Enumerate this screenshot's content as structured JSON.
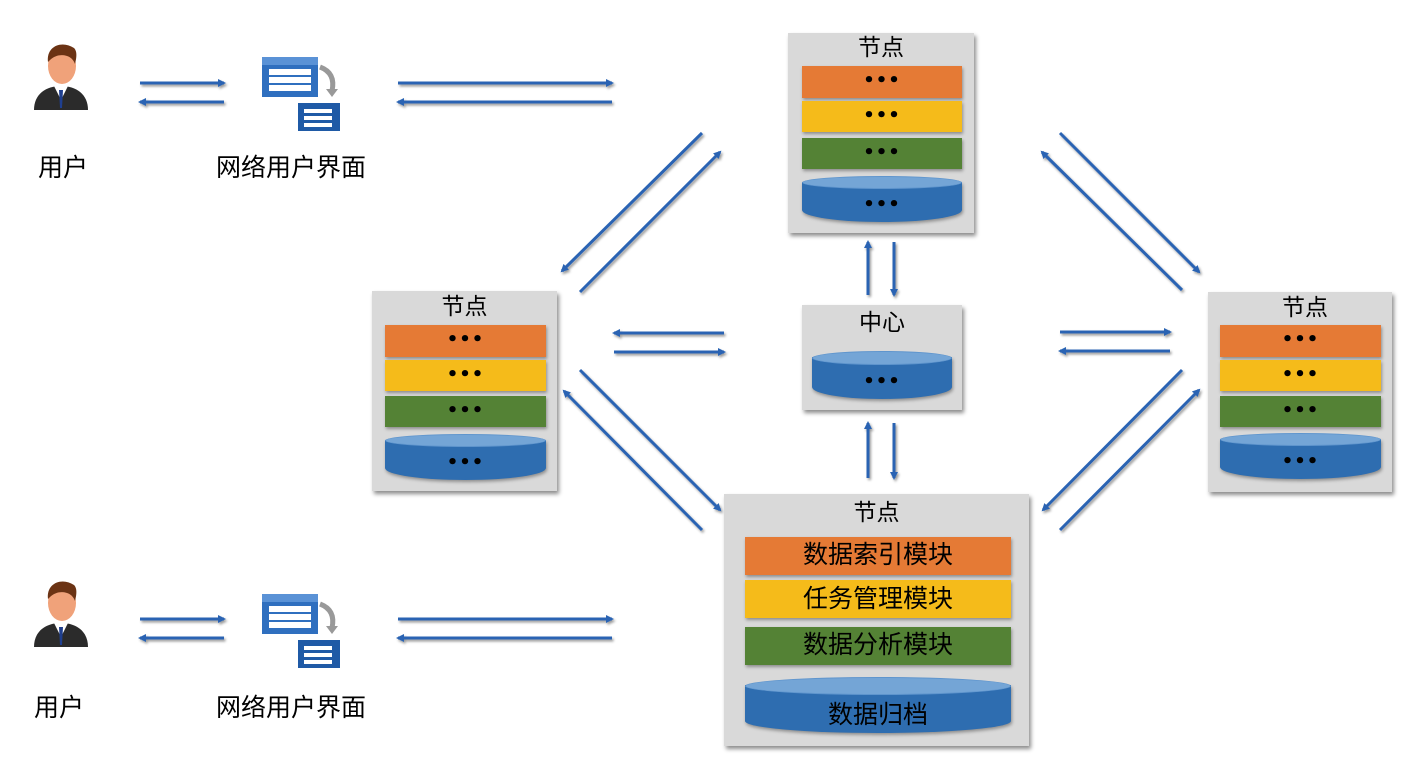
{
  "colors": {
    "arrow": "#2a63b3",
    "node_bg": "#d9d9d9",
    "module_orange": "#e57a35",
    "module_yellow": "#f5bb1a",
    "module_green": "#548235",
    "storage_blue": "#2e6db0"
  },
  "users": [
    {
      "icon": "user-icon",
      "label": "用户",
      "ui_icon": "web-ui-icon",
      "ui_label": "网络用户界面"
    },
    {
      "icon": "user-icon",
      "label": "用户",
      "ui_icon": "web-ui-icon",
      "ui_label": "网络用户界面"
    }
  ],
  "nodes": {
    "top": {
      "title": "节点",
      "modules": [
        "•••",
        "•••",
        "•••"
      ],
      "storage": "•••"
    },
    "left": {
      "title": "节点",
      "modules": [
        "•••",
        "•••",
        "•••"
      ],
      "storage": "•••"
    },
    "right": {
      "title": "节点",
      "modules": [
        "•••",
        "•••",
        "•••"
      ],
      "storage": "•••"
    },
    "bottom": {
      "title": "节点",
      "modules": [
        "数据索引模块",
        "任务管理模块",
        "数据分析模块"
      ],
      "storage": "数据归档"
    }
  },
  "center": {
    "title": "中心",
    "storage": "•••"
  }
}
